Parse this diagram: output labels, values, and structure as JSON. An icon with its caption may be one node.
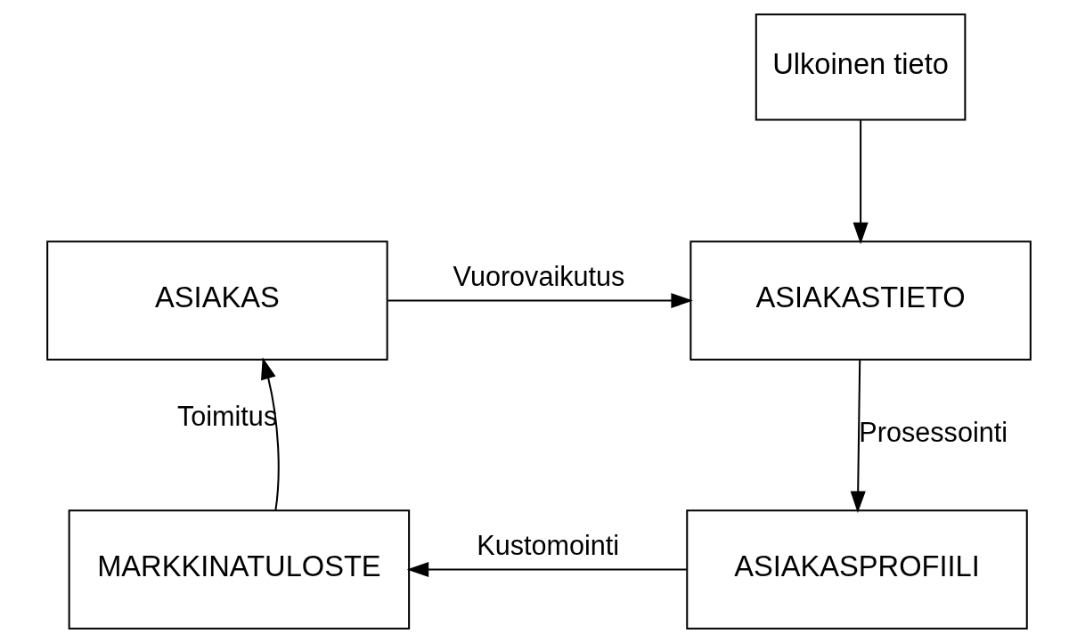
{
  "diagram": {
    "nodes": [
      {
        "text": [
          "ASIAKAS"
        ]
      },
      {
        "text": [
          "ASIAKASTIETO"
        ]
      },
      {
        "text": [
          "MARKKINATULOSTE"
        ]
      },
      {
        "text": [
          "ASIAKASPROFIILI"
        ]
      },
      {
        "text": [
          "Ulkoinen tieto"
        ]
      }
    ],
    "edges": [
      {
        "from": 0,
        "to": 1,
        "arrow": "to",
        "label": "Vuorovaikutus"
      },
      {
        "from": 1,
        "to": 3,
        "arrow": "to",
        "label": "Prosessointi"
      },
      {
        "from": 3,
        "to": 2,
        "arrow": "to",
        "label": "Kustomointi"
      },
      {
        "from": 2,
        "to": 0,
        "arrow": "to",
        "label": "Toimitus"
      },
      {
        "from": 4,
        "to": 1,
        "arrow": "to"
      }
    ]
  }
}
